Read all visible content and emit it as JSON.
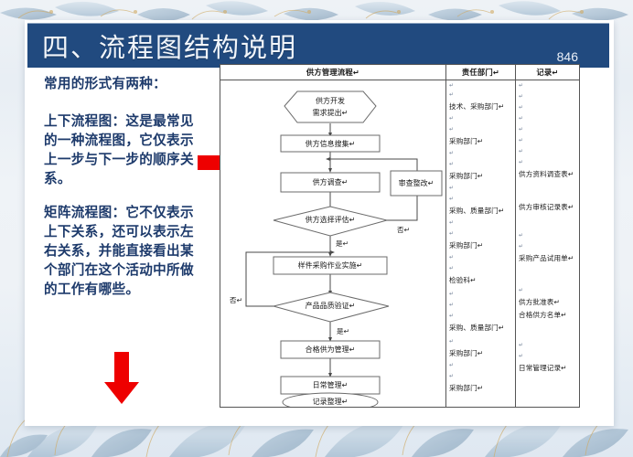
{
  "slide": {
    "title": "四、流程图结构说明",
    "page_number": "846",
    "title_bar_color": "#214a7f",
    "text_color": "#1d3a6b",
    "arrow_color": "#ee0000"
  },
  "left_column": {
    "paragraphs": [
      "常用的形式有两种：",
      "上下流程图：这是最常见的一种流程图，它仅表示上一步与下一步的顺序关系。",
      "矩阵流程图：它不仅表示上下关系，还可以表示左右关系，并能直接看出某个部门在这个活动中所做的工作有哪些。"
    ]
  },
  "flow_table": {
    "headers": [
      "供方管理流程↵",
      "责任部门↵",
      "记录↵"
    ],
    "nodes": [
      {
        "id": "n1",
        "shape": "hexagon",
        "label_lines": [
          "供方开发",
          "需求提出↵"
        ]
      },
      {
        "id": "n2",
        "shape": "rect",
        "label_lines": [
          "供方信息搜集↵"
        ]
      },
      {
        "id": "n3",
        "shape": "rect",
        "label_lines": [
          "供方调查↵"
        ]
      },
      {
        "id": "n4",
        "shape": "diamond",
        "label_lines": [
          "供方选择评估↵"
        ]
      },
      {
        "id": "n5",
        "shape": "rect",
        "label_lines": [
          "审查整改↵"
        ]
      },
      {
        "id": "n6",
        "shape": "rect",
        "label_lines": [
          "样件采购作业实施↵"
        ]
      },
      {
        "id": "n7",
        "shape": "diamond",
        "label_lines": [
          "产品品质验证↵"
        ]
      },
      {
        "id": "n8",
        "shape": "rect",
        "label_lines": [
          "合格供为管理↵"
        ]
      },
      {
        "id": "n9",
        "shape": "rect",
        "label_lines": [
          "日常管理↵"
        ]
      },
      {
        "id": "n10",
        "shape": "rounded",
        "label_lines": [
          "记录整理↵"
        ]
      }
    ],
    "branch_labels": [
      {
        "id": "b1",
        "text": "是↵"
      },
      {
        "id": "b2",
        "text": "否↵"
      },
      {
        "id": "b3",
        "text": "是↵"
      },
      {
        "id": "b4",
        "text": "否↵"
      }
    ],
    "departments": [
      "技术、采购部门↵",
      "采购部门↵",
      "采购部门↵",
      "采购、质量部门↵",
      "采购部门↵",
      "检验科↵",
      "采购、质量部门↵",
      "采购部门↵",
      "采购部门↵"
    ],
    "records": [
      "供方资料调查表↵",
      "供方审核记录表↵",
      "采购产品试用单↵",
      "供方批准表↵",
      "合格供方名单↵",
      "日常管理记录↵"
    ]
  }
}
